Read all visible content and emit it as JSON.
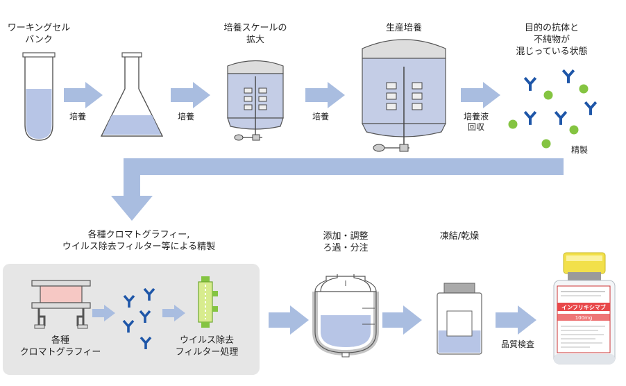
{
  "labels": {
    "working_cell_bank": "ワーキングセル\nバンク",
    "scale_up": "培養スケールの\n拡大",
    "production_culture": "生産培養",
    "target_antibody_mixture": "目的の抗体と\n不純物が\n混じっている状態",
    "culture_1": "培養",
    "culture_2": "培養",
    "culture_3": "培養",
    "harvest": "培養液\n回収",
    "purification": "精製",
    "chromatography_title": "各種クロマトグラフィー,\nウイルス除去フィルター等による精製",
    "chromatography_device": "各種\nクロマトグラフィー",
    "virus_filter": "ウイルス除去\nフィルター処理",
    "formulation": "添加・調整\nろ過・分注",
    "freeze_dry": "凍結/乾燥",
    "quality_inspection": "品質検査"
  },
  "vial_label": {
    "brand": "インフリキシマブ",
    "dose": "100mg"
  },
  "colors": {
    "arrow": "#a9bde0",
    "liquid": "#b7c5e6",
    "tank_body": "#c4cde6",
    "antibody": "#1e56a8",
    "impurity": "#84c441",
    "panel": "#e6e6e6",
    "column_pink": "#f6c8c4",
    "filter_green": "#d8ec8e"
  }
}
